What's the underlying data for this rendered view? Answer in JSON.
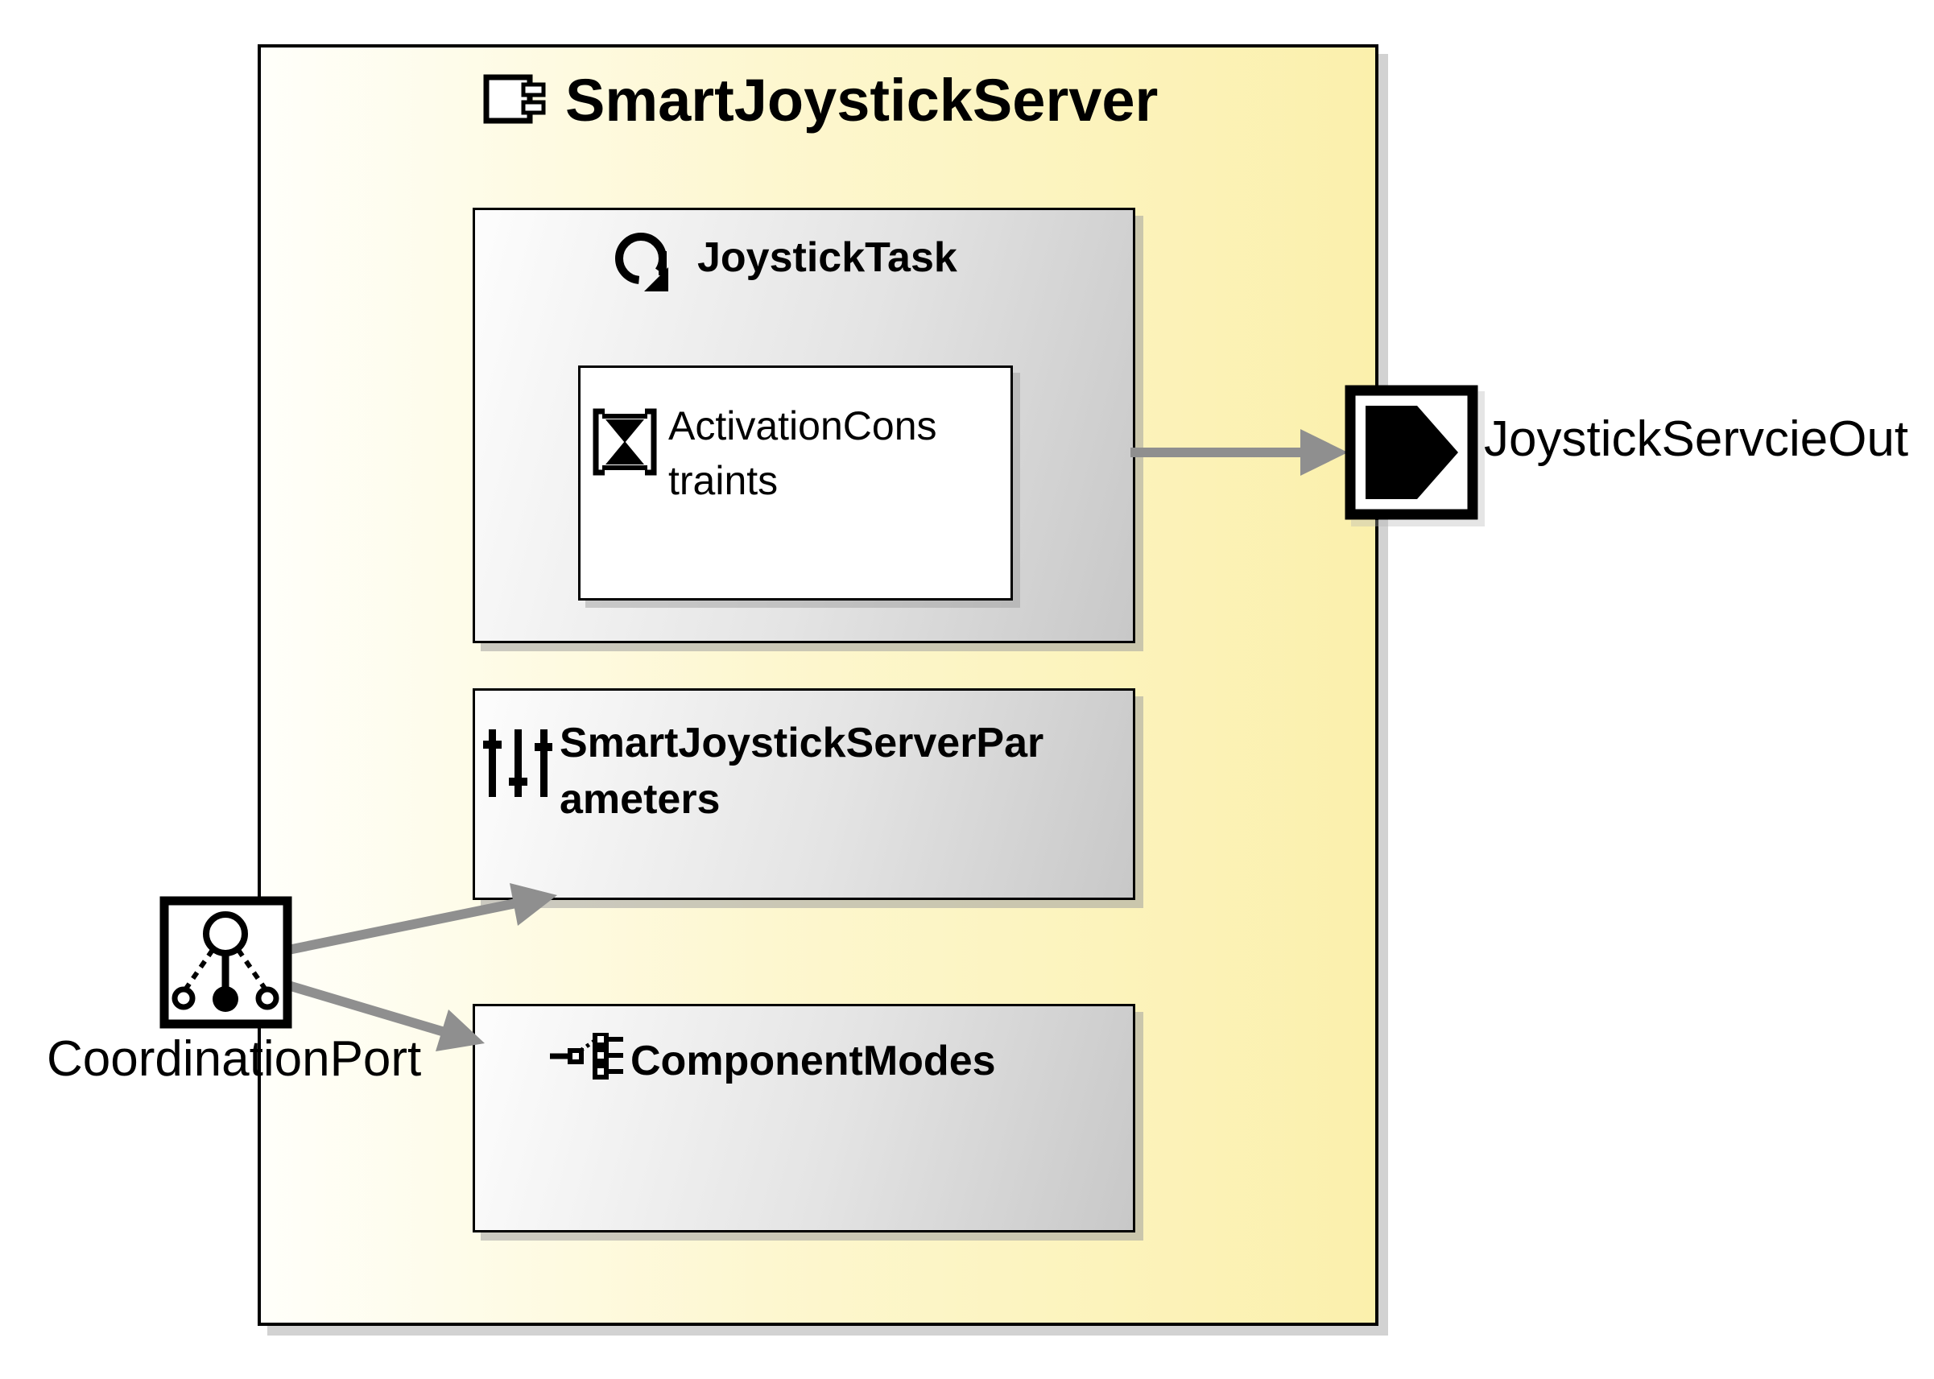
{
  "component": {
    "title": "SmartJoystickServer",
    "title_icon": "uml-component-icon"
  },
  "nodes": {
    "joystick_task": {
      "label": "JoystickTask",
      "icon": "loop-arrow-icon"
    },
    "activation_constraints": {
      "label_lines": [
        "ActivationCons",
        "traints"
      ],
      "icon": "hourglass-icon"
    },
    "parameters": {
      "label_lines": [
        "SmartJoystickServerPar",
        "ameters"
      ],
      "icon": "sliders-icon"
    },
    "component_modes": {
      "label": "ComponentModes",
      "icon": "modes-tree-icon"
    }
  },
  "ports": {
    "coordination": {
      "label": "CoordinationPort",
      "icon": "coordination-port-icon"
    },
    "service_out": {
      "label": "JoystickServcieOut",
      "icon": "provided-service-port-icon"
    }
  },
  "connections": [
    {
      "from": "JoystickTask",
      "to": "JoystickServcieOut",
      "style": "gray-arrow"
    },
    {
      "from": "CoordinationPort",
      "to": "SmartJoystickServerParameters",
      "style": "gray-arrow"
    },
    {
      "from": "CoordinationPort",
      "to": "ComponentModes",
      "style": "gray-arrow"
    }
  ],
  "colors": {
    "background": "#ffffff",
    "container_gradient_start": "#fffffa",
    "container_gradient_end": "#fbf0ac",
    "node_gradient_start": "#fdfdfd",
    "node_gradient_end": "#c8c8c8",
    "border": "#000000",
    "arrow": "#8f8f8f",
    "shadow": "#d2d2d2"
  }
}
